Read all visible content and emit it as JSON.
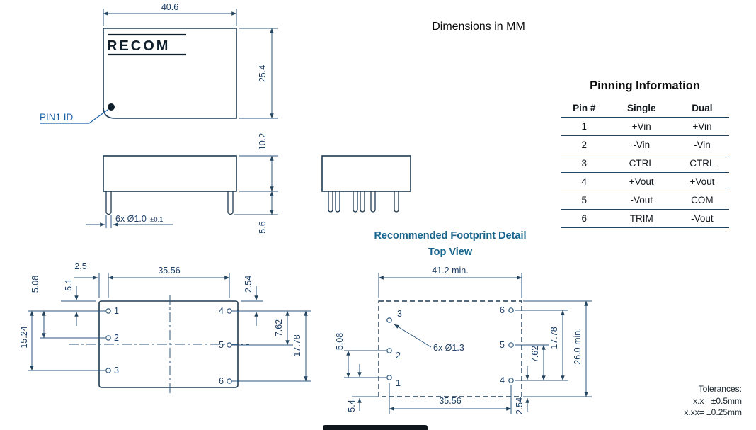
{
  "page": {
    "dimensions_note": "Dimensions in MM"
  },
  "front_view": {
    "logo": "RECOM",
    "pin1_label": "PIN1 ID",
    "dim_width": "40.6",
    "dim_height": "25.4"
  },
  "side_view": {
    "dim_body_height": "10.2",
    "dim_pin_length": "5.6",
    "pin_dia_note": "6x Ø1.0",
    "pin_dia_tol": "±0.1"
  },
  "bottom_view": {
    "dim_left_offset": "2.5",
    "dim_pin_span": "35.56",
    "dim_p1_offset": "5.1",
    "dim_p1_p2": "5.08",
    "dim_p1_p3": "15.24",
    "dim_p4_offset": "2.54",
    "dim_p4_p5": "7.62",
    "dim_p4_p6": "17.78",
    "pins": {
      "p1": "1",
      "p2": "2",
      "p3": "3",
      "p4": "4",
      "p5": "5",
      "p6": "6"
    }
  },
  "footprint": {
    "title": "Recommended Footprint Detail",
    "subtitle": "Top View",
    "dim_width_min": "41.2 min.",
    "dim_height_min": "26.0 min.",
    "dim_pin_span": "35.56",
    "dim_p1_p2": "5.08",
    "dim_p1_edge": "5.4",
    "dim_p4_edge": "2.54",
    "dim_p4_p5": "7.62",
    "dim_p4_p6": "17.78",
    "hole_note": "6x Ø1.3",
    "pins": {
      "p1": "1",
      "p2": "2",
      "p3": "3",
      "p4": "4",
      "p5": "5",
      "p6": "6"
    }
  },
  "pinning_table": {
    "title": "Pinning Information",
    "headers": [
      "Pin #",
      "Single",
      "Dual"
    ],
    "rows": [
      {
        "pin": "1",
        "single": "+Vin",
        "dual": "+Vin"
      },
      {
        "pin": "2",
        "single": "-Vin",
        "dual": "-Vin"
      },
      {
        "pin": "3",
        "single": "CTRL",
        "dual": "CTRL"
      },
      {
        "pin": "4",
        "single": "+Vout",
        "dual": "+Vout"
      },
      {
        "pin": "5",
        "single": "-Vout",
        "dual": "COM"
      },
      {
        "pin": "6",
        "single": "TRIM",
        "dual": "-Vout"
      }
    ]
  },
  "tolerances": {
    "title": "Tolerances:",
    "line1": "x.x= ±0.5mm",
    "line2": "x.xx= ±0.25mm"
  },
  "colors": {
    "outline": "#1e3a52",
    "dim_line": "#2b567c",
    "dim_text": "#1c3f66",
    "accent_blue": "#1b5fa8",
    "footprint_title": "#17648c"
  }
}
